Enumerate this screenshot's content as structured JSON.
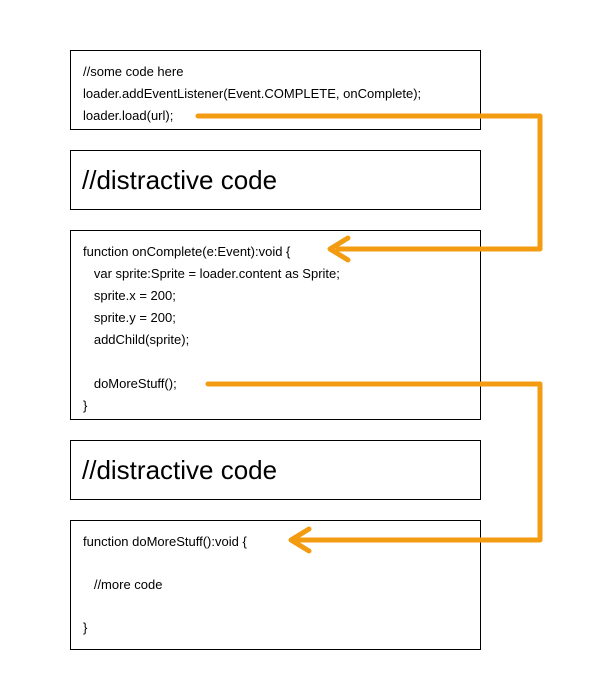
{
  "blocks": {
    "load_block": {
      "lines": [
        "//some code here",
        "loader.addEventListener(Event.COMPLETE, onComplete);",
        "loader.load(url);"
      ]
    },
    "distractive_1": {
      "text": "//distractive code"
    },
    "on_complete_block": {
      "lines": [
        "function onComplete(e:Event):void {",
        "   var sprite:Sprite = loader.content as Sprite;",
        "   sprite.x = 200;",
        "   sprite.y = 200;",
        "   addChild(sprite);",
        "",
        "   doMoreStuff();",
        "}"
      ]
    },
    "distractive_2": {
      "text": "//distractive code"
    },
    "do_more_stuff_block": {
      "lines": [
        "function doMoreStuff():void {",
        "",
        "   //more code",
        "",
        "}"
      ]
    }
  },
  "colors": {
    "arrow": "#F39C12",
    "border": "#000000"
  },
  "arrows": [
    {
      "from": "loader.load(url);",
      "to": "function onComplete(e:Event):void {"
    },
    {
      "from": "doMoreStuff();",
      "to": "function doMoreStuff():void {"
    }
  ]
}
